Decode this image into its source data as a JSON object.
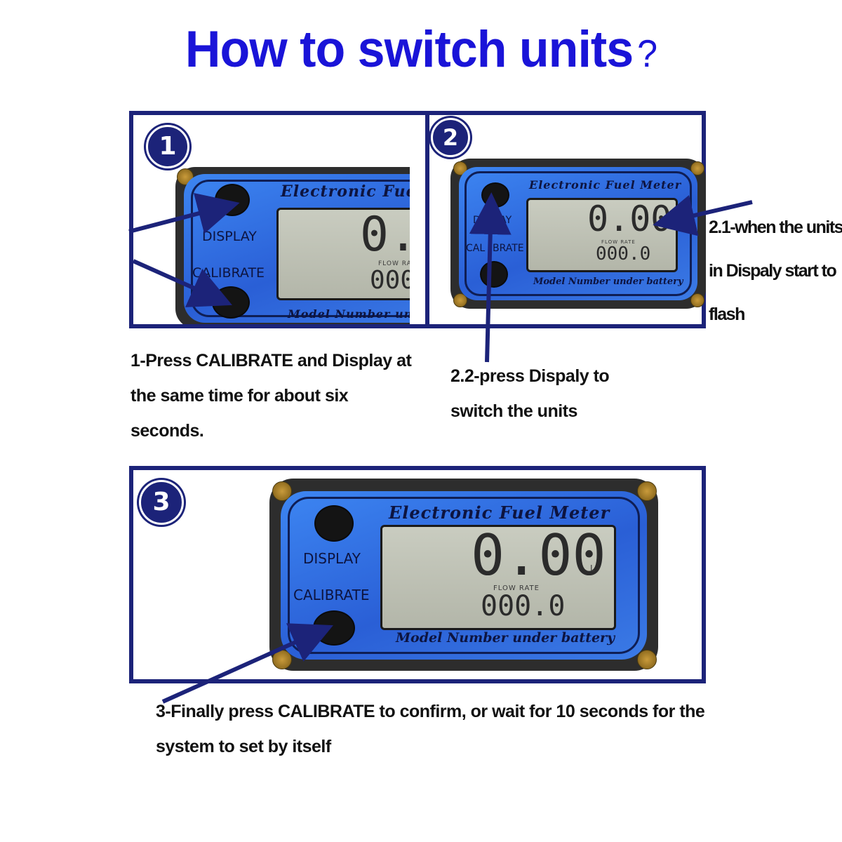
{
  "title": {
    "text": "How to switch units",
    "mark": "?"
  },
  "badges": {
    "step1": "1",
    "step2": "2",
    "step3": "3"
  },
  "meter": {
    "brand": "Electronic Fuel Meter",
    "brand_cropped": "Electronic Fue",
    "display_label": "DISPLAY",
    "calibrate_label": "CALIBRATE",
    "footer": "Model Number under battery",
    "footer_cropped": "Model Number und",
    "main_reading": "0.00",
    "main_reading_cropped": "0.0",
    "flow_label": "FLOW RATE",
    "flow_reading": "000.0",
    "flow_reading_cropped": "000",
    "unit": "L"
  },
  "panel2": {
    "display_label_left": "DI",
    "display_label_right": "LAY",
    "calibrate_label_left": "CAL",
    "calibrate_label_right": "BRATE"
  },
  "notes": {
    "step1": [
      "1-Press CALIBRATE and Display at",
      "the same time for about six",
      "seconds."
    ],
    "step2_1": [
      "2.1-when the units",
      "in Dispaly start to",
      "flash"
    ],
    "step2_2": [
      "2.2-press Dispaly to",
      "switch the units"
    ],
    "step3": [
      "3-Finally press CALIBRATE to confirm, or wait for 10 seconds for the",
      "system to set by itself"
    ]
  },
  "colors": {
    "title": "#1a14d8",
    "frame": "#1c2379",
    "arrow": "#1c2379",
    "meter_face": "#2f6fe8"
  }
}
